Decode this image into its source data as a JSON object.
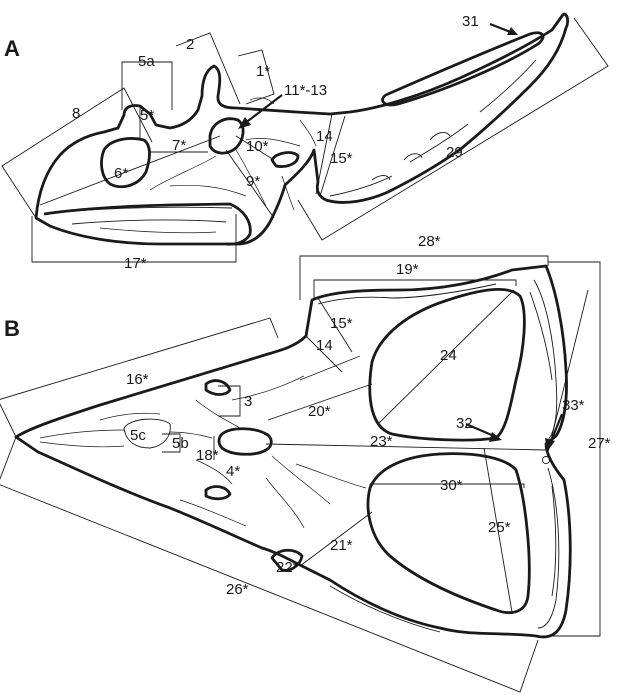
{
  "figure": {
    "panels": [
      {
        "id": "A",
        "label": "A"
      },
      {
        "id": "B",
        "label": "B"
      }
    ],
    "labels_a": [
      {
        "key": "31",
        "text": "31"
      },
      {
        "key": "2",
        "text": "2"
      },
      {
        "key": "1",
        "text": "1*"
      },
      {
        "key": "5a",
        "text": "5a"
      },
      {
        "key": "11_13",
        "text": "11*-13"
      },
      {
        "key": "8",
        "text": "8"
      },
      {
        "key": "5",
        "text": "5*"
      },
      {
        "key": "7",
        "text": "7*"
      },
      {
        "key": "10",
        "text": "10*"
      },
      {
        "key": "14",
        "text": "14"
      },
      {
        "key": "29",
        "text": "29"
      },
      {
        "key": "6",
        "text": "6*"
      },
      {
        "key": "15",
        "text": "15*"
      },
      {
        "key": "9",
        "text": "9*"
      },
      {
        "key": "17",
        "text": "17*"
      }
    ],
    "labels_b": [
      {
        "key": "28",
        "text": "28*"
      },
      {
        "key": "19",
        "text": "19*"
      },
      {
        "key": "15",
        "text": "15*"
      },
      {
        "key": "14",
        "text": "14"
      },
      {
        "key": "24",
        "text": "24"
      },
      {
        "key": "16",
        "text": "16*"
      },
      {
        "key": "3",
        "text": "3"
      },
      {
        "key": "20",
        "text": "20*"
      },
      {
        "key": "33",
        "text": "33*"
      },
      {
        "key": "32",
        "text": "32"
      },
      {
        "key": "5c",
        "text": "5c"
      },
      {
        "key": "5b",
        "text": "5b"
      },
      {
        "key": "27",
        "text": "27*"
      },
      {
        "key": "23",
        "text": "23*"
      },
      {
        "key": "18",
        "text": "18*"
      },
      {
        "key": "4",
        "text": "4*"
      },
      {
        "key": "30",
        "text": "30*"
      },
      {
        "key": "25",
        "text": "25*"
      },
      {
        "key": "21",
        "text": "21*"
      },
      {
        "key": "22",
        "text": "22*"
      },
      {
        "key": "26",
        "text": "26*"
      }
    ]
  }
}
